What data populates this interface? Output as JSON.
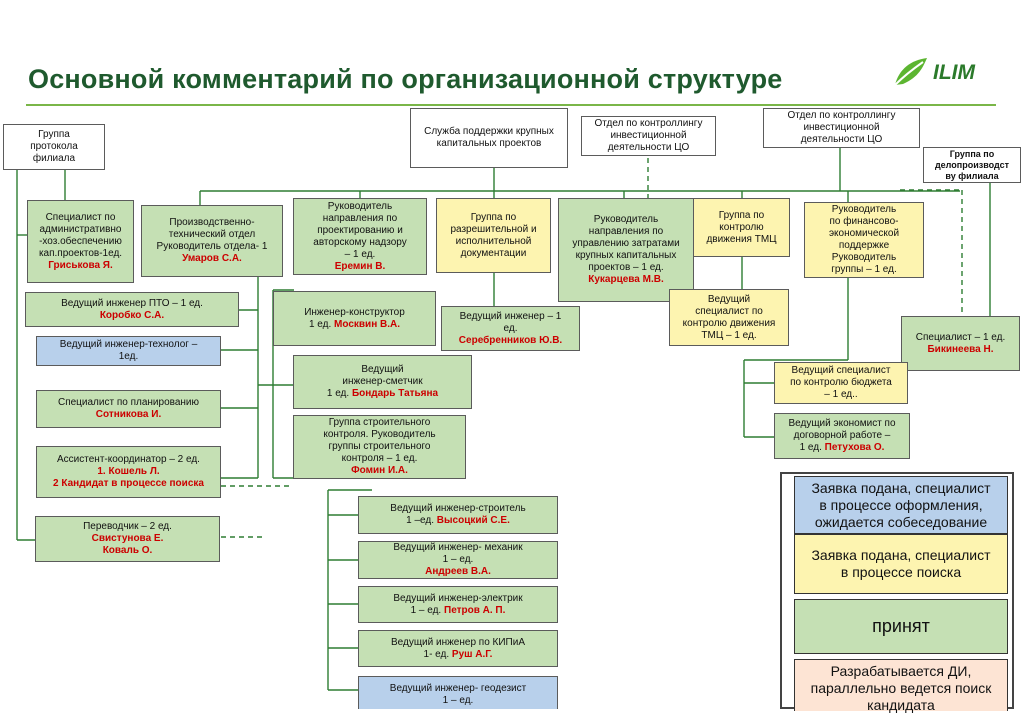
{
  "title": "Основной комментарий по организационной структуре",
  "logo": {
    "text": "ILIM",
    "color": "#3a9a2f"
  },
  "colors": {
    "green": "#c5e0b4",
    "yellow": "#fdf4b0",
    "blue": "#b8d0eb",
    "white": "#ffffff",
    "line": "#2e7d32"
  },
  "boxes": {
    "protocol": {
      "l1": "Группа",
      "l2": "протокола",
      "l3": "филиала"
    },
    "support": {
      "l1": "Служба поддержки крупных",
      "l2": "капитальных проектов"
    },
    "control_invest_1": {
      "l1": "Отдел по контроллингу",
      "l2": "инвестиционной",
      "l3": "деятельности ЦО"
    },
    "control_invest_2": {
      "l1": "Отдел по контроллингу",
      "l2": "инвестиционной",
      "l3": "деятельности ЦО"
    },
    "docs_group": {
      "l1": "Группа по",
      "l2": "делопроизводст",
      "l3": "ву филиала"
    },
    "admin_spec": {
      "l1": "Специалист по",
      "l2": "административно",
      "l3": "-хоз.обеспечению",
      "l4": "кап.проектов-1ед.",
      "name": "Гриськова Я."
    },
    "pto_dept": {
      "l1": "Производственно-",
      "l2": "технический отдел",
      "l3": "Руководитель отдела- 1",
      "name": "Умаров С.А."
    },
    "design_head": {
      "l1": "Руководитель",
      "l2": "направления по",
      "l3": "проектированию и",
      "l4": "авторскому надзору",
      "l5": "– 1 ед.",
      "name": "Еремин В."
    },
    "permit_group": {
      "l1": "Группа по",
      "l2": "разрешительной и",
      "l3": "исполнительной",
      "l4": "документации"
    },
    "cost_head": {
      "l1": "Руководитель",
      "l2": "направления по",
      "l3": "управлению затратами",
      "l4": "крупных капитальных",
      "l5": "проектов – 1 ед.",
      "name": "Кукарцева М.В."
    },
    "tmc_group": {
      "l1": "Группа по",
      "l2": "контролю",
      "l3": "движения ТМЦ"
    },
    "fin_head": {
      "l1": "Руководитель",
      "l2": "по финансово-",
      "l3": "экономической",
      "l4": "поддержке",
      "l5": "Руководитель",
      "l6": "группы – 1 ед."
    },
    "pto_engineer": {
      "l1": "Ведущий инженер ПТО – 1 ед.",
      "name": "Коробко С.А."
    },
    "tech_engineer": {
      "l1": "Ведущий инженер-технолог –",
      "l2": "1ед."
    },
    "planning_spec": {
      "l1": "Специалист по планированию",
      "name": "Сотникова И."
    },
    "assistant": {
      "l1": "Ассистент-координатор – 2 ед.",
      "n1": "1.     Кошель Л.",
      "n2": "2 Кандидат в процессе поиска"
    },
    "translator": {
      "l1": "Переводчик – 2 ед.",
      "n1": "Свистунова Е.",
      "n2": "Коваль О."
    },
    "constructor": {
      "l1": "Инженер-конструктор",
      "l2": "1 ед.",
      "name": "Москвин  В.А."
    },
    "estimator": {
      "l1": "Ведущий",
      "l2": "инженер-сметчик",
      "l3": "1 ед.",
      "name": "Бондарь Татьяна"
    },
    "build_control": {
      "l1": "Группа строительного",
      "l2": "контроля. Руководитель",
      "l3": "группы строительного",
      "l4": "контроля – 1 ед.",
      "name": "Фомин И.А."
    },
    "permit_engineer": {
      "l1": "Ведущий инженер  – 1",
      "l2": "ед.",
      "name": "Серебренников Ю.В."
    },
    "tmc_spec": {
      "l1": "Ведущий",
      "l2": "специалист по",
      "l3": "контролю движения",
      "l4": "ТМЦ – 1 ед."
    },
    "specialist": {
      "l1": "Специалист – 1 ед.",
      "name": "Бикинеева Н."
    },
    "budget_spec": {
      "l1": "Ведущий специалист",
      "l2": "по контролю бюджета",
      "l3": "– 1 ед.."
    },
    "economist": {
      "l1": "Ведущий экономист по",
      "l2": "договорной работе –",
      "l3": "1 ед.",
      "name": "Петухова О."
    },
    "eng_builder": {
      "l1": "Ведущий инженер-строитель",
      "l2": "1 –ед.",
      "name": "Высоцкий С.Е."
    },
    "eng_mech": {
      "l1": "Ведущий инженер- механик",
      "l2": "1 – ед.",
      "name": "Андреев В.А."
    },
    "eng_elec": {
      "l1": "Ведущий инженер-электрик",
      "l2": "1 – ед.",
      "name": "Петров А. П."
    },
    "eng_kip": {
      "l1": "Ведущий инженер по КИПиА",
      "l2": "1- ед.",
      "name": "Руш А.Г."
    },
    "eng_geo": {
      "l1": "Ведущий инженер-  геодезист",
      "l2": "1 – ед."
    }
  },
  "legend": {
    "blue": {
      "l1": "Заявка подана, специалист",
      "l2": "в процессе оформления,",
      "l3": "ожидается собеседование"
    },
    "yellow": {
      "l1": "Заявка подана, специалист",
      "l2": "в процессе поиска"
    },
    "green": {
      "l1": "принят"
    },
    "orange": {
      "l1": "Разрабатывается ДИ,",
      "l2": "параллельно ведется поиск",
      "l3": "кандидата"
    }
  }
}
